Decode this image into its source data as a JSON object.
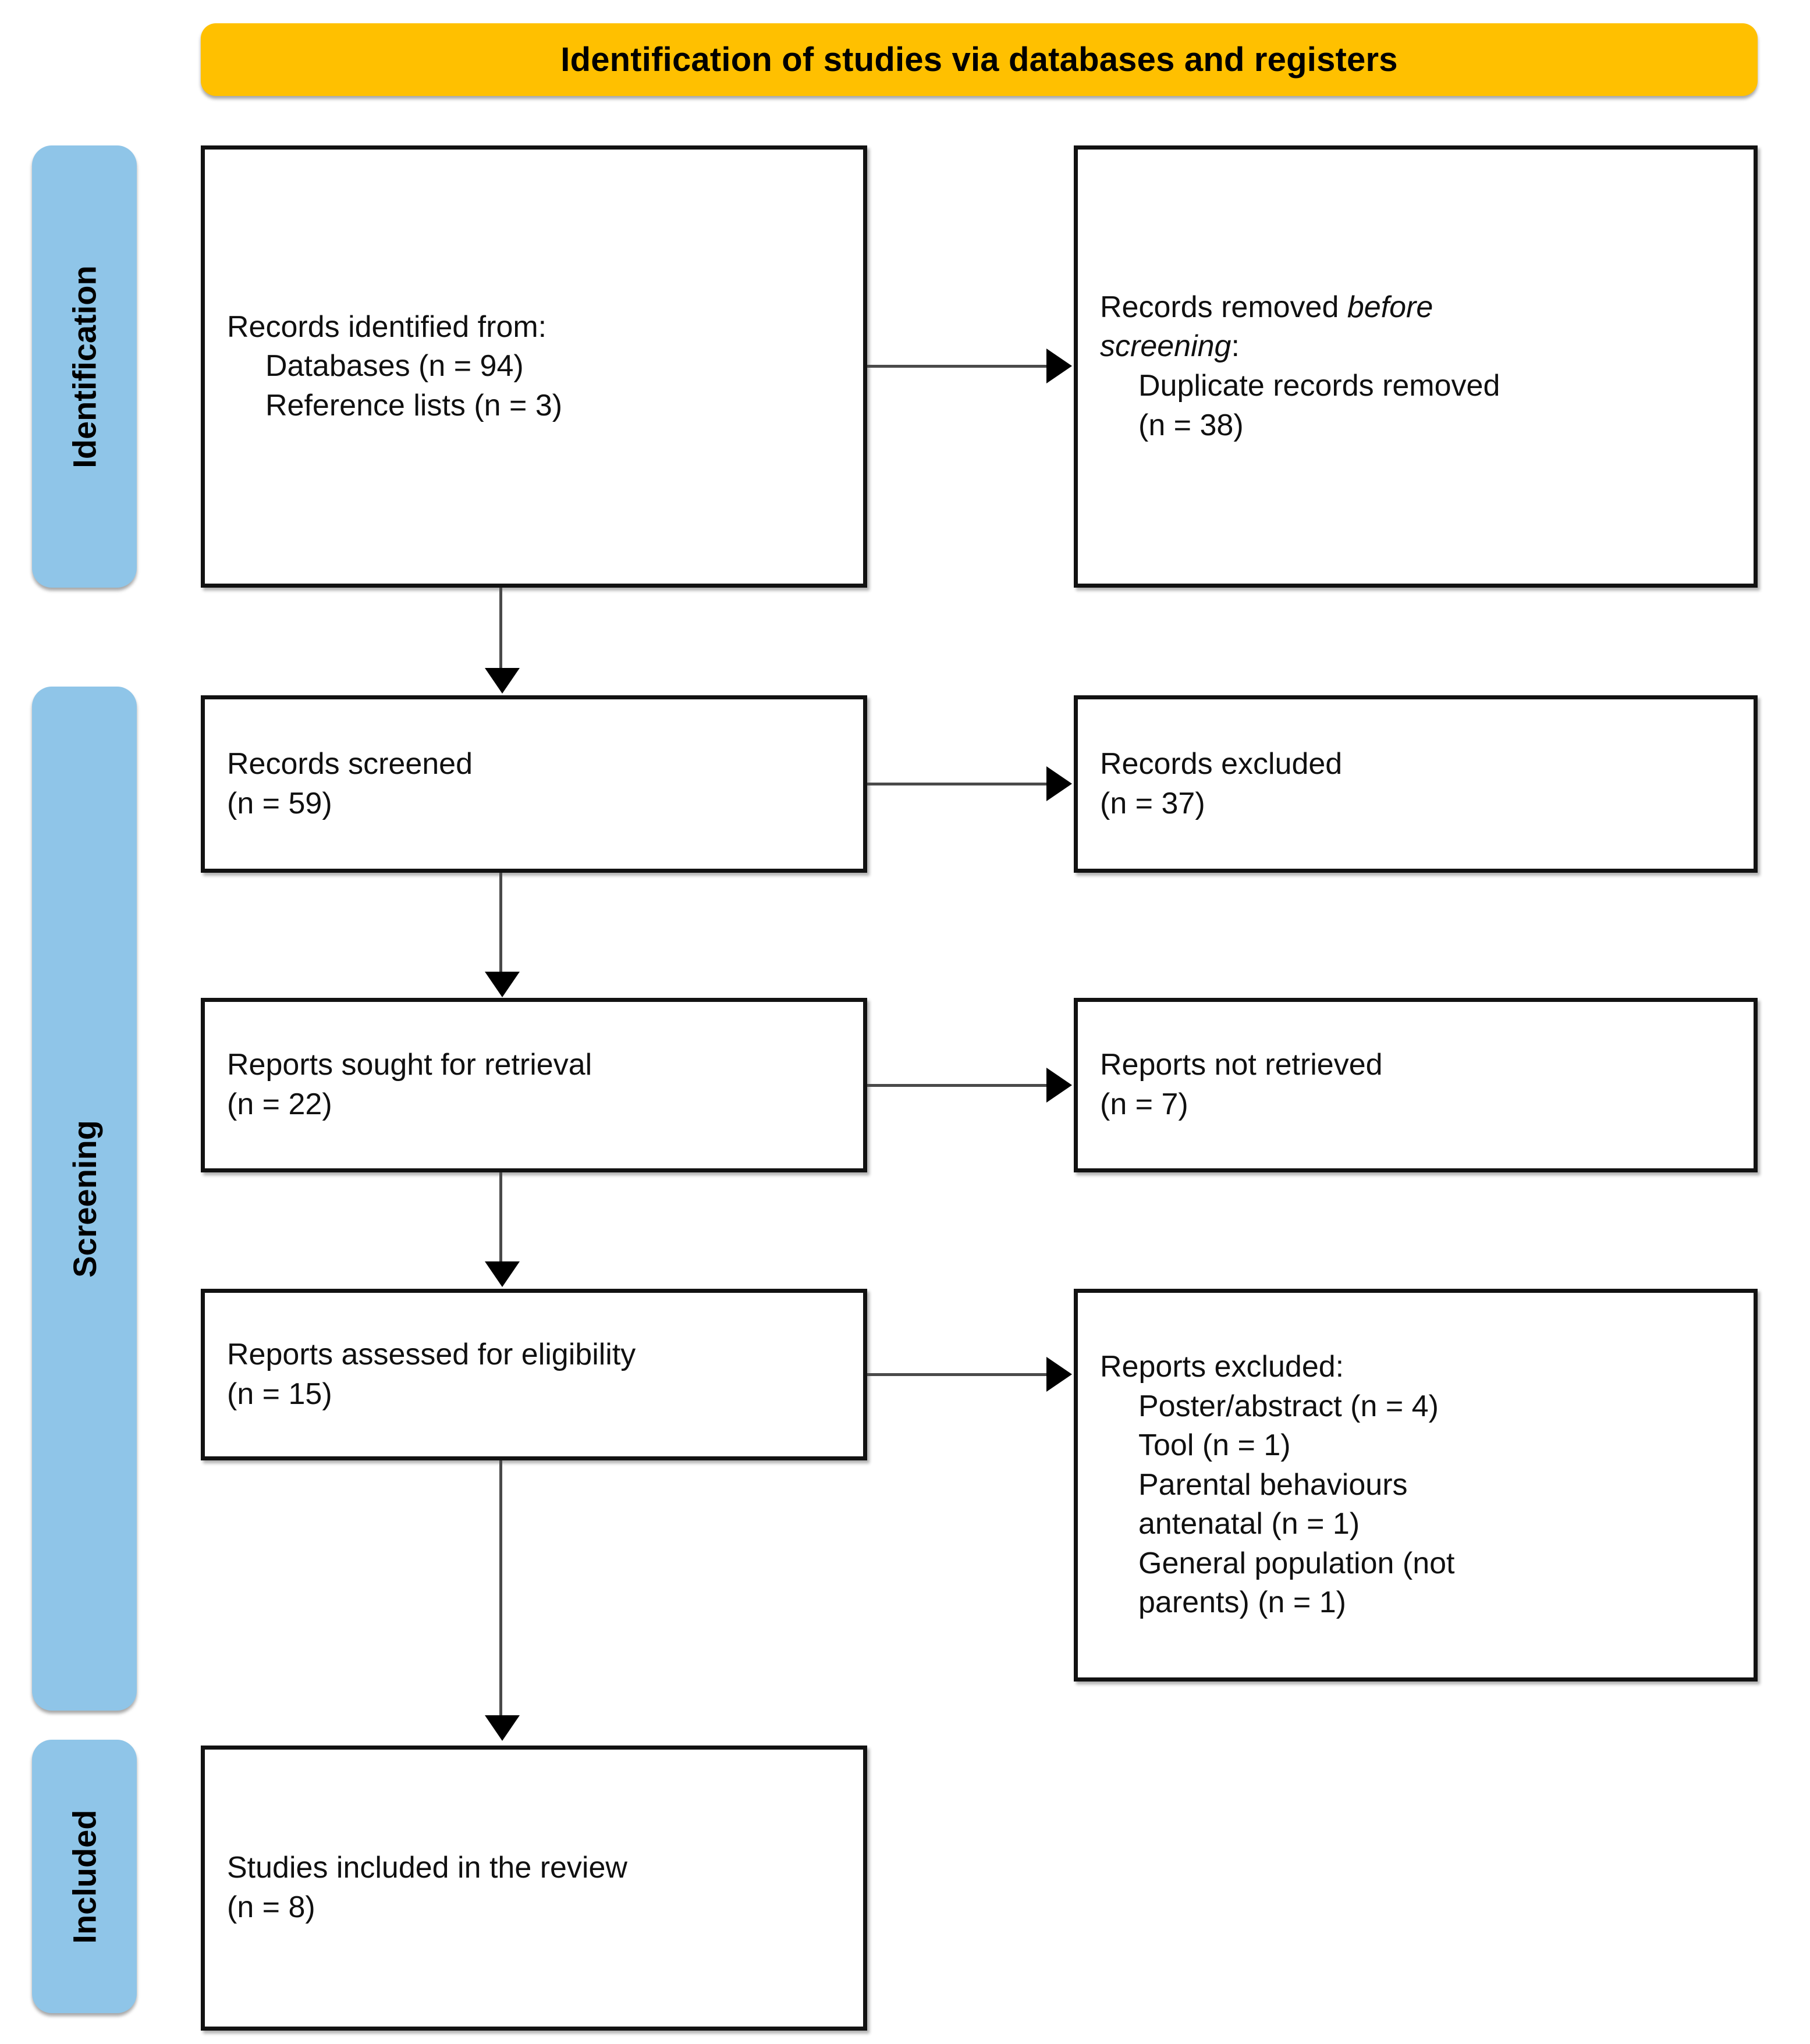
{
  "diagram": {
    "title": "Identification of studies via databases and registers",
    "colors": {
      "header_fill": "#FFC000",
      "phase_fill": "#8FC5E8",
      "box_border": "#121212",
      "connector": "#4a4a4a"
    }
  },
  "phases": {
    "identification": "Identification",
    "screening": "Screening",
    "included": "Included"
  },
  "boxes": {
    "identified": {
      "name": "records-identified",
      "lines": [
        "Records identified from:",
        "Databases (n = 94)",
        "Reference lists (n = 3)"
      ]
    },
    "removed": {
      "name": "records-removed-before-screening",
      "line1_plain": "Records removed ",
      "line1_italic": "before",
      "line2_italic": "screening",
      "line2_plain": ":",
      "lines": [
        "Duplicate records removed",
        "(n = 38)"
      ]
    },
    "screened": {
      "name": "records-screened",
      "lines": [
        "Records screened",
        "(n = 59)"
      ]
    },
    "excluded_records": {
      "name": "records-excluded",
      "lines": [
        "Records excluded",
        "(n = 37)"
      ]
    },
    "sought": {
      "name": "reports-sought-for-retrieval",
      "lines": [
        "Reports sought for retrieval",
        "(n = 22)"
      ]
    },
    "not_retrieved": {
      "name": "reports-not-retrieved",
      "lines": [
        "Reports not retrieved",
        "(n = 7)"
      ]
    },
    "eligibility": {
      "name": "reports-assessed-for-eligibility",
      "lines": [
        "Reports assessed for eligibility",
        "(n = 15)"
      ]
    },
    "reports_excluded": {
      "name": "reports-excluded",
      "heading": "Reports excluded:",
      "reasons": [
        "Poster/abstract (n = 4)",
        "Tool (n = 1)",
        "Parental behaviours\nantenatal (n = 1)",
        "General population (not\nparents) (n = 1)"
      ]
    },
    "included": {
      "name": "studies-included-in-review",
      "lines": [
        "Studies included in the review",
        "(n = 8)"
      ]
    }
  },
  "chart_data": {
    "type": "diagram",
    "title": "Identification of studies via databases and registers",
    "flow": "PRISMA 2020 study selection flow diagram",
    "stages": [
      {
        "phase": "Identification",
        "node": "Records identified from databases",
        "n": 94
      },
      {
        "phase": "Identification",
        "node": "Records identified from reference lists",
        "n": 3
      },
      {
        "phase": "Identification",
        "node": "Duplicate records removed before screening",
        "n": 38
      },
      {
        "phase": "Screening",
        "node": "Records screened",
        "n": 59
      },
      {
        "phase": "Screening",
        "node": "Records excluded",
        "n": 37
      },
      {
        "phase": "Screening",
        "node": "Reports sought for retrieval",
        "n": 22
      },
      {
        "phase": "Screening",
        "node": "Reports not retrieved",
        "n": 7
      },
      {
        "phase": "Screening",
        "node": "Reports assessed for eligibility",
        "n": 15
      },
      {
        "phase": "Screening",
        "node": "Reports excluded: Poster/abstract",
        "n": 4
      },
      {
        "phase": "Screening",
        "node": "Reports excluded: Tool",
        "n": 1
      },
      {
        "phase": "Screening",
        "node": "Reports excluded: Parental behaviours antenatal",
        "n": 1
      },
      {
        "phase": "Screening",
        "node": "Reports excluded: General population (not parents)",
        "n": 1
      },
      {
        "phase": "Included",
        "node": "Studies included in the review",
        "n": 8
      }
    ]
  }
}
